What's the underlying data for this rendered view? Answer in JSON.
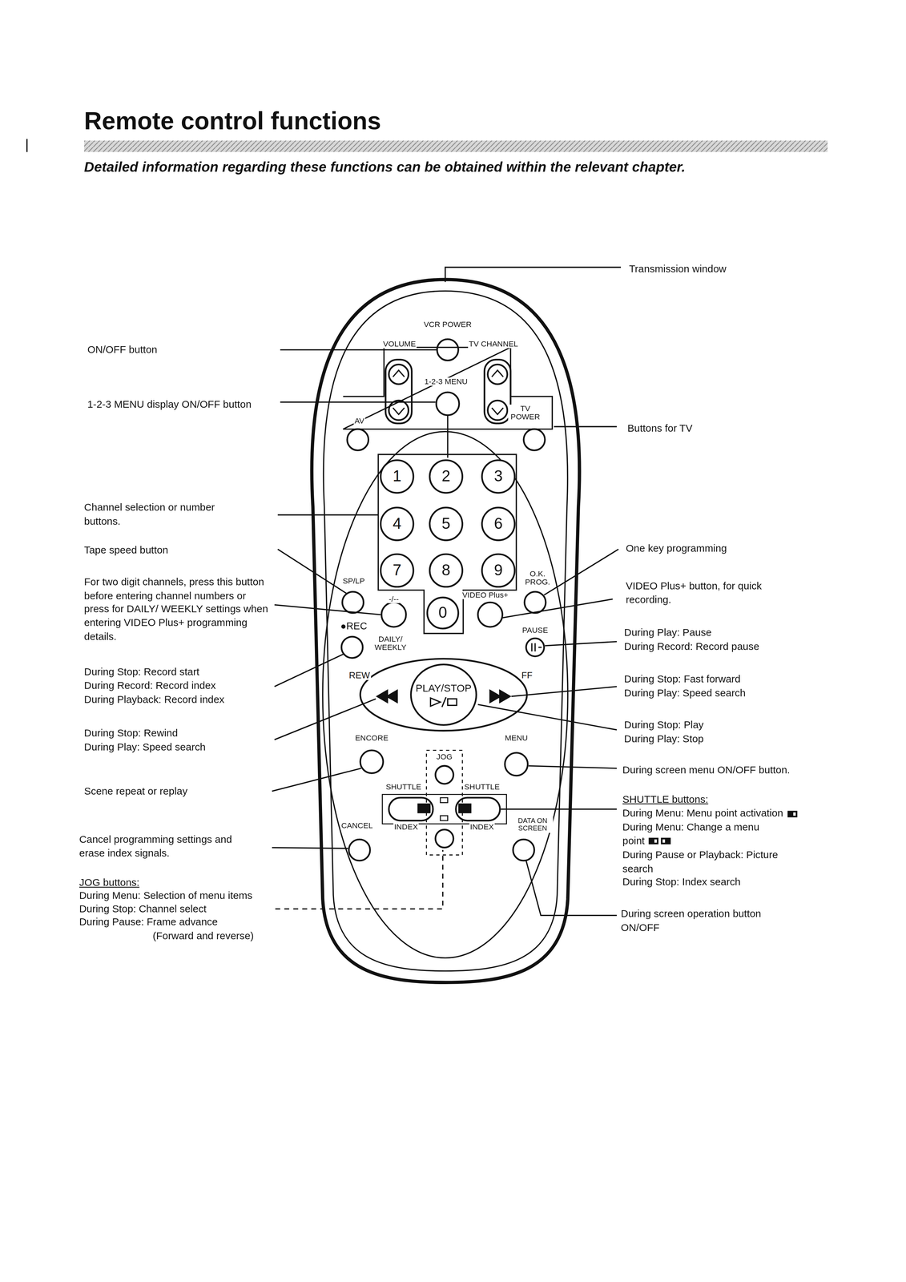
{
  "diagram": {
    "title": "Remote control functions",
    "nodes": [
      {
        "text": [
          "1"
        ]
      },
      {
        "text": [
          "2"
        ]
      },
      {
        "text": [
          "3"
        ]
      },
      {
        "text": [
          "4"
        ]
      },
      {
        "text": [
          "5"
        ]
      },
      {
        "text": [
          "6"
        ]
      },
      {
        "text": [
          "7"
        ]
      },
      {
        "text": [
          "8"
        ]
      },
      {
        "text": [
          "9"
        ]
      },
      {
        "text": [
          "0"
        ]
      },
      {
        "text": [
          "PLAY/STOP"
        ]
      }
    ],
    "labels": [
      "Detailed information regarding these functions can be obtained within the relevant chapter.",
      "Transmission window",
      "ON/OFF button",
      "1-2-3 MENU display ON/OFF button",
      "Buttons for TV",
      "Channel selection or number buttons.",
      "Tape speed button",
      "For two digit channels, press this button before entering channel numbers or press for DAILY/ WEEKLY settings when entering VIDEO Plus+ programming details.",
      "One key programming",
      "VIDEO Plus+ button, for quick recording.",
      "During Play: Pause",
      "During Record: Record pause",
      "During Stop: Record start",
      "During Record: Record index",
      "During Playback: Record index",
      "During Stop: Fast forward",
      "During Play: Speed search",
      "During Stop: Play",
      "During Play: Stop",
      "During Stop: Rewind",
      "During Play: Speed search",
      "During screen menu ON/OFF button.",
      "Scene repeat or replay",
      "SHUTTLE buttons:",
      "During Menu: Menu point activation",
      "During Menu: Change a menu point",
      "During Pause or Playback: Picture search",
      "During Stop: Index search",
      "Cancel programming settings and erase index signals.",
      "JOG buttons:",
      "During Menu: Selection of menu items",
      "During Stop: Channel select",
      "During Pause: Frame advance",
      "(Forward and reverse)",
      "During screen operation button ON/OFF",
      "VCR POWER",
      "VOLUME",
      "TV CHANNEL",
      "1-2-3 MENU",
      "AV",
      "TV POWER",
      "SP/LP",
      "-/--",
      "O.K. PROG.",
      "VIDEO Plus+",
      "●REC",
      "DAILY/ WEEKLY",
      "PAUSE",
      "REW",
      "FF",
      "ENCORE",
      "MENU",
      "JOG",
      "SHUTTLE",
      "SHUTTLE",
      "CANCEL",
      "INDEX",
      "INDEX",
      "DATA ON SCREEN"
    ]
  }
}
